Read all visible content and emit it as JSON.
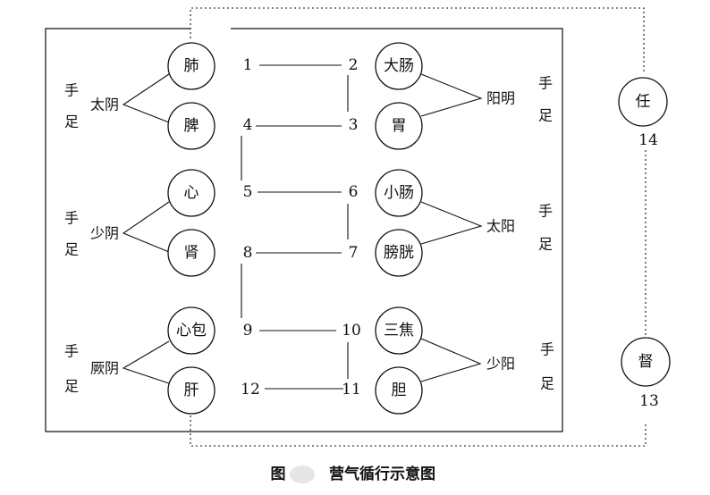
{
  "nodes": [
    {
      "id": "fei",
      "label": "肺"
    },
    {
      "id": "pi",
      "label": "脾"
    },
    {
      "id": "xin",
      "label": "心"
    },
    {
      "id": "shen",
      "label": "肾"
    },
    {
      "id": "xinbao",
      "label": "心包"
    },
    {
      "id": "gan",
      "label": "肝"
    },
    {
      "id": "dachang",
      "label": "大肠"
    },
    {
      "id": "wei",
      "label": "胃"
    },
    {
      "id": "xiaochang",
      "label": "小肠"
    },
    {
      "id": "pangguang",
      "label": "膀胱"
    },
    {
      "id": "sanjiao",
      "label": "三焦"
    },
    {
      "id": "dan",
      "label": "胆"
    },
    {
      "id": "ren",
      "label": "任"
    },
    {
      "id": "du",
      "label": "督"
    }
  ],
  "numbers": [
    "1",
    "2",
    "3",
    "4",
    "5",
    "6",
    "7",
    "8",
    "9",
    "10",
    "11",
    "12",
    "13",
    "14"
  ],
  "channels": {
    "left": [
      {
        "hand": "手",
        "foot": "足",
        "name": "太阴"
      },
      {
        "hand": "手",
        "foot": "足",
        "name": "少阴"
      },
      {
        "hand": "手",
        "foot": "足",
        "name": "厥阴"
      }
    ],
    "right": [
      {
        "hand": "手",
        "foot": "足",
        "name": "阳明"
      },
      {
        "hand": "手",
        "foot": "足",
        "name": "太阳"
      },
      {
        "hand": "手",
        "foot": "足",
        "name": "少阳"
      }
    ]
  },
  "caption": {
    "prefix": "图",
    "title": "营气循行示意图"
  }
}
